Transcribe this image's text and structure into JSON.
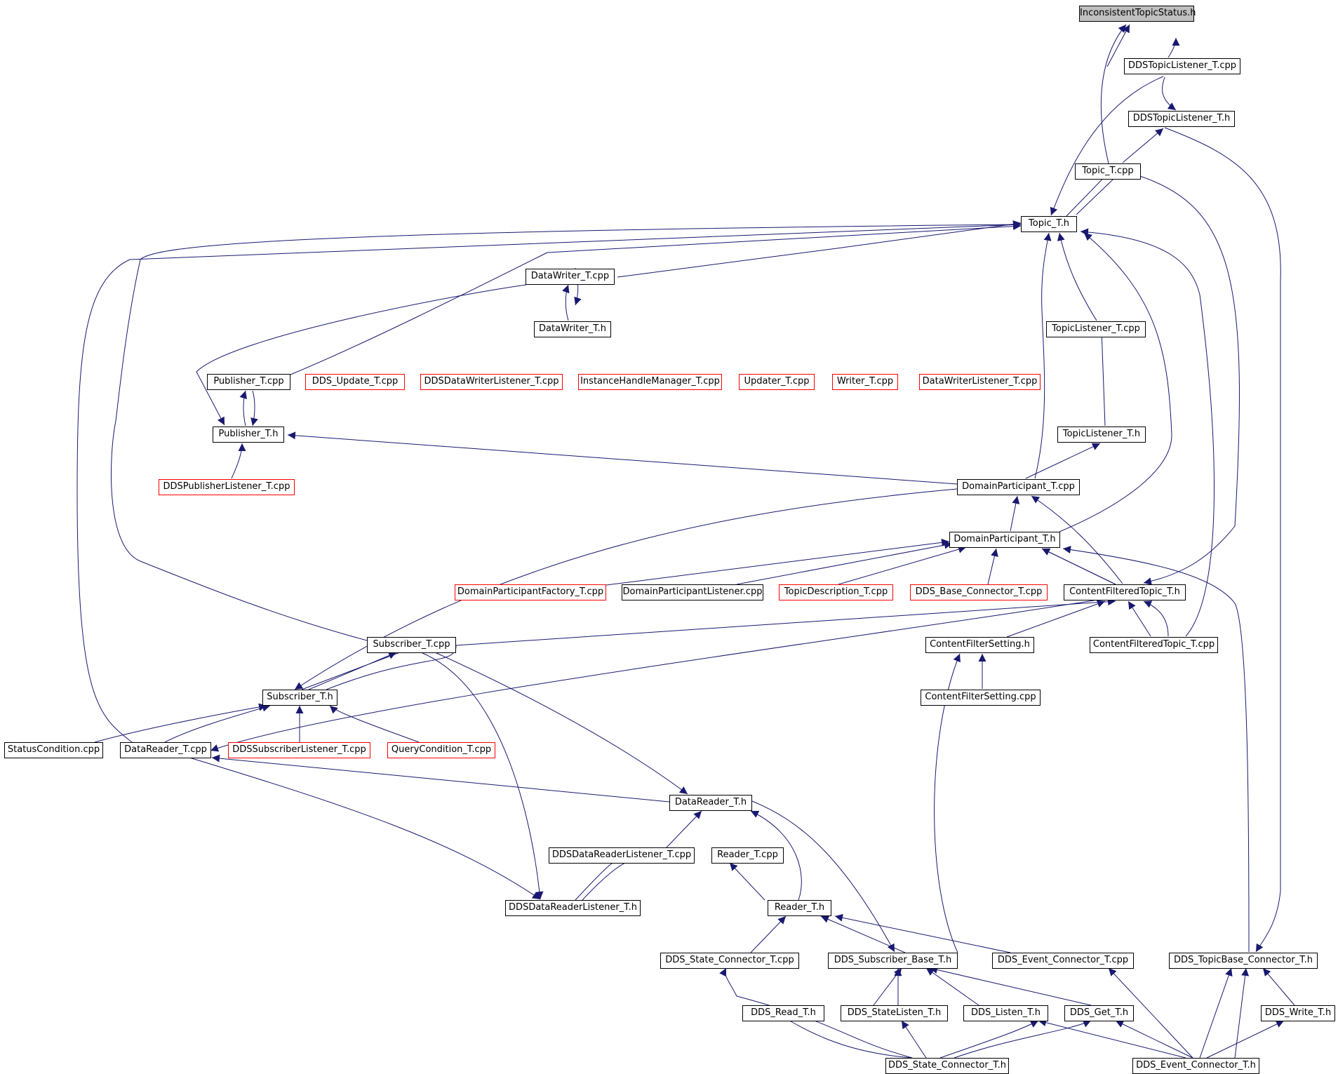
{
  "colors": {
    "edge": "#191970",
    "node_border": "#000000",
    "node_border_external": "#ff0000",
    "root_fill": "#bfbfbf"
  },
  "nodes": {
    "inconsistent_topic_status_h": "InconsistentTopicStatus.h",
    "dds_topic_listener_t_cpp": "DDSTopicListener_T.cpp",
    "dds_topic_listener_t_h": "DDSTopicListener_T.h",
    "topic_t_cpp": "Topic_T.cpp",
    "topic_t_h": "Topic_T.h",
    "datawriter_t_cpp": "DataWriter_T.cpp",
    "datawriter_t_h": "DataWriter_T.h",
    "topiclistener_t_cpp": "TopicListener_T.cpp",
    "publisher_t_cpp": "Publisher_T.cpp",
    "dds_update_t_cpp": "DDS_Update_T.cpp",
    "ddsdatawriterlistener_t_cpp": "DDSDataWriterListener_T.cpp",
    "instancehandlemanager_t_cpp": "InstanceHandleManager_T.cpp",
    "updater_t_cpp": "Updater_T.cpp",
    "writer_t_cpp": "Writer_T.cpp",
    "datawriterlistener_t_cpp": "DataWriterListener_T.cpp",
    "publisher_t_h": "Publisher_T.h",
    "topiclistener_t_h": "TopicListener_T.h",
    "ddspublisherlistener_t_cpp": "DDSPublisherListener_T.cpp",
    "domainparticipant_t_cpp": "DomainParticipant_T.cpp",
    "domainparticipant_t_h": "DomainParticipant_T.h",
    "domainparticipantfactory_t_cpp": "DomainParticipantFactory_T.cpp",
    "domainparticipantlistener_cpp": "DomainParticipantListener.cpp",
    "topicdescription_t_cpp": "TopicDescription_T.cpp",
    "dds_base_connector_t_cpp": "DDS_Base_Connector_T.cpp",
    "contentfilteredtopic_t_h": "ContentFilteredTopic_T.h",
    "subscriber_t_cpp": "Subscriber_T.cpp",
    "contentfiltersetting_h": "ContentFilterSetting.h",
    "contentfilteredtopic_t_cpp": "ContentFilteredTopic_T.cpp",
    "subscriber_t_h": "Subscriber_T.h",
    "contentfiltersetting_cpp": "ContentFilterSetting.cpp",
    "statuscondition_cpp": "StatusCondition.cpp",
    "datareader_t_cpp": "DataReader_T.cpp",
    "ddssubscriberlistener_t_cpp": "DDSSubscriberListener_T.cpp",
    "querycondition_t_cpp": "QueryCondition_T.cpp",
    "datareader_t_h": "DataReader_T.h",
    "ddsdatareaderlistener_t_cpp": "DDSDataReaderListener_T.cpp",
    "reader_t_cpp": "Reader_T.cpp",
    "ddsdatareaderlistener_t_h": "DDSDataReaderListener_T.h",
    "reader_t_h": "Reader_T.h",
    "dds_state_connector_t_cpp": "DDS_State_Connector_T.cpp",
    "dds_subscriber_base_t_h": "DDS_Subscriber_Base_T.h",
    "dds_event_connector_t_cpp": "DDS_Event_Connector_T.cpp",
    "dds_topicbase_connector_t_h": "DDS_TopicBase_Connector_T.h",
    "dds_read_t_h": "DDS_Read_T.h",
    "dds_statelisten_t_h": "DDS_StateListen_T.h",
    "dds_listen_t_h": "DDS_Listen_T.h",
    "dds_get_t_h": "DDS_Get_T.h",
    "dds_write_t_h": "DDS_Write_T.h",
    "dds_state_connector_t_h": "DDS_State_Connector_T.h",
    "dds_event_connector_t_h": "DDS_Event_Connector_T.h"
  }
}
